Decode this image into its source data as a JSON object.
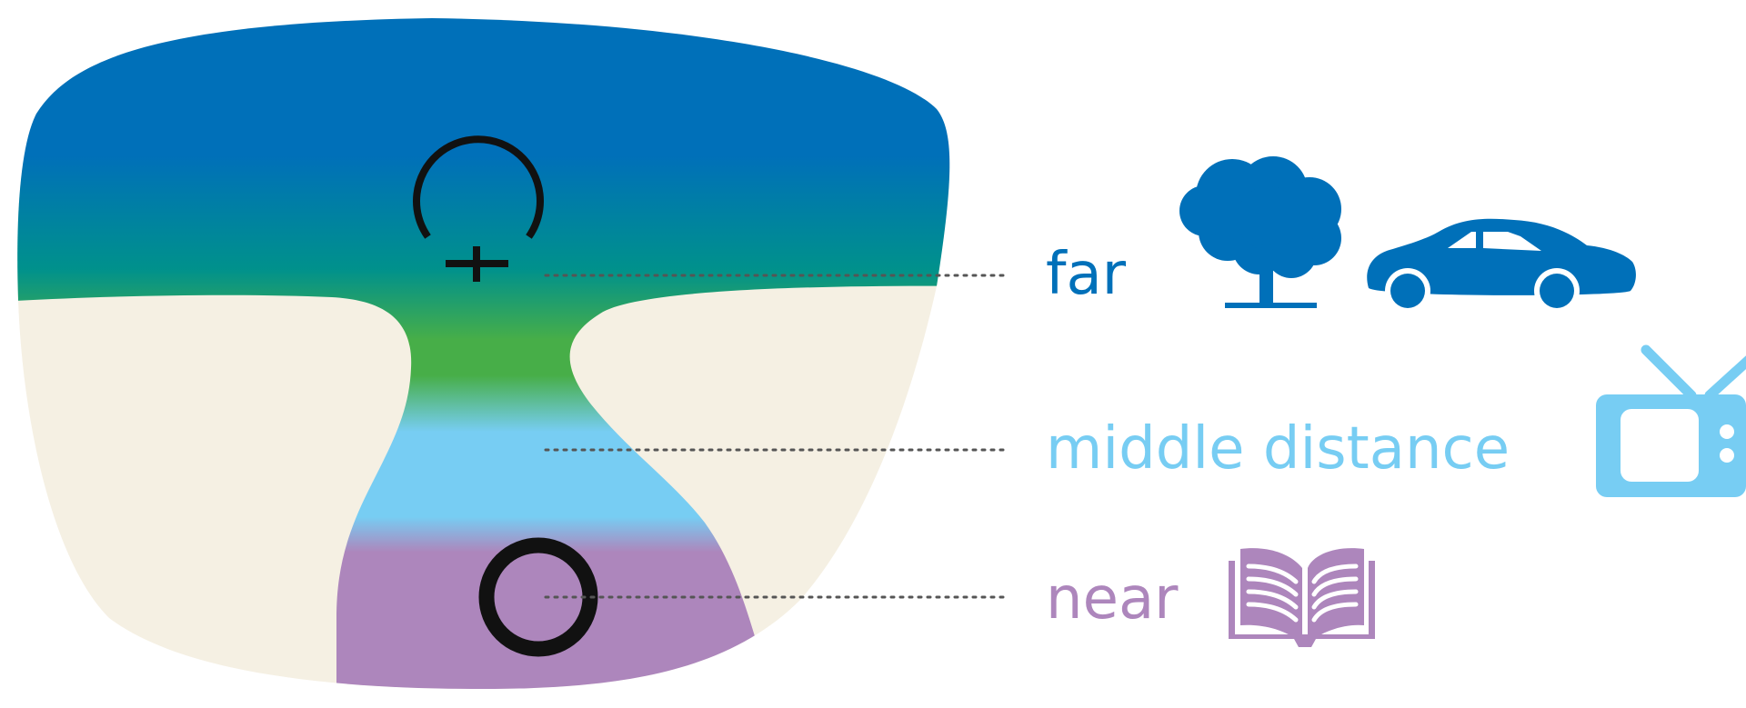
{
  "zones": [
    {
      "id": "far",
      "label": "far",
      "color": "#0070b9",
      "icons": [
        "tree-icon",
        "car-icon"
      ]
    },
    {
      "id": "middle",
      "label": "middle distance",
      "color": "#77cdf3",
      "icons": [
        "tv-icon"
      ]
    },
    {
      "id": "near",
      "label": "near",
      "color": "#ad86bc",
      "icons": [
        "book-icon"
      ]
    }
  ],
  "colors": {
    "far": "#0070b9",
    "far_blend": "#00918c",
    "transition": "#47ae48",
    "middle": "#77cdf3",
    "near": "#ad86bc",
    "lens_periphery": "#f5f0e3",
    "marker": "#111111",
    "leader_line": "#555555"
  }
}
